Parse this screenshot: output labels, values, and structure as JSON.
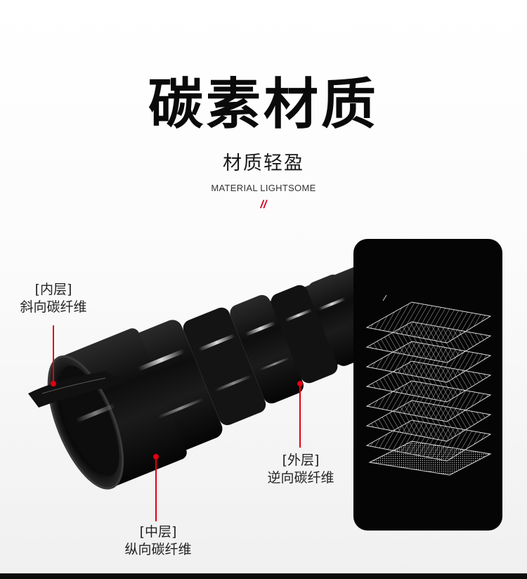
{
  "header": {
    "title": "碳素材质",
    "subtitle": "材质轻盈",
    "subtitle_en": "MATERIAL LIGHTSOME",
    "divider": "//"
  },
  "layers": {
    "inner": {
      "tag": "[内层]",
      "desc": "斜向碳纤维"
    },
    "outer": {
      "tag": "[外层]",
      "desc": "逆向碳纤维"
    },
    "middle": {
      "tag": "[中层]",
      "desc": "纵向碳纤维"
    }
  },
  "colors": {
    "accent": "#d0021b",
    "panel": "#050505",
    "pointer": "#e00012"
  }
}
